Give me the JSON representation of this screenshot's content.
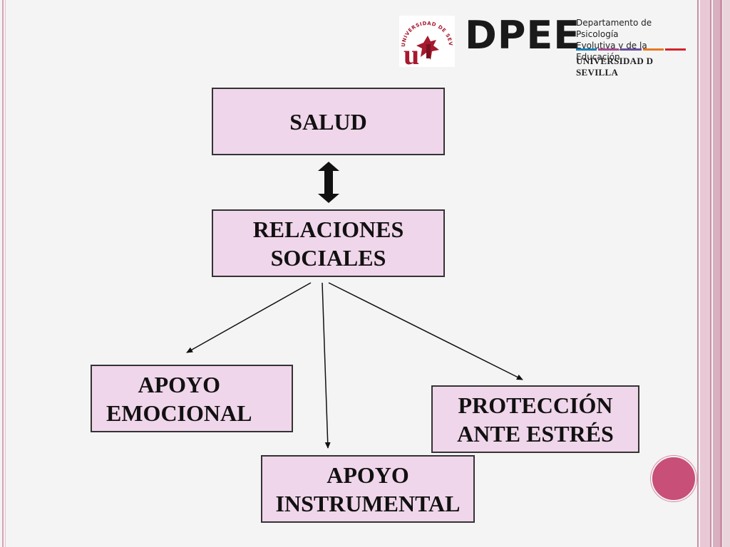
{
  "header": {
    "brand": "DPEE",
    "department_line1": "Departamento de Psicología",
    "department_line2": "Evolutiva y de la Educación",
    "university": "UNIVERSIDAD D SEVILLA",
    "seal_text": "UNIVERSIDAD DE SEVILLA",
    "color_bars": [
      "#1a7fb5",
      "#a54a8f",
      "#6a4e9c",
      "#e87722",
      "#d2232a"
    ]
  },
  "diagram": {
    "salud": "SALUD",
    "relaciones": "RELACIONES\nSOCIALES",
    "apoyo_emocional": "APOYO\nEMOCIONAL",
    "proteccion": "PROTECCIÓN\nANTE ESTRÉS",
    "apoyo_instrumental": "APOYO\nINSTRUMENTAL"
  },
  "colors": {
    "box_fill": "#f0d6ea",
    "accent_dot": "#c84f78",
    "seal_red": "#a6192e"
  }
}
